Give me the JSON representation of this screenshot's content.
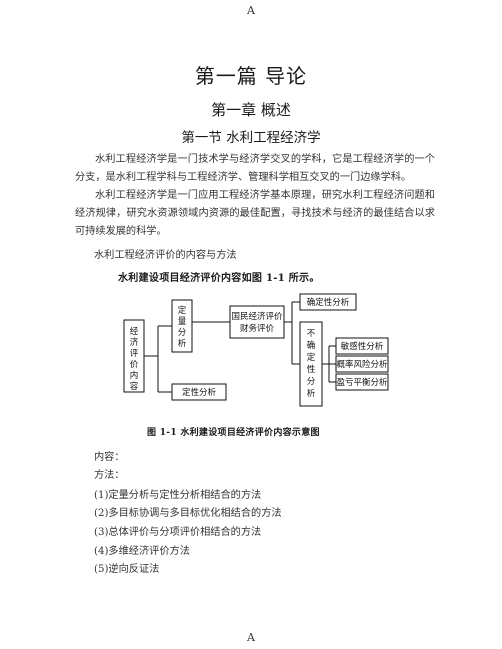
{
  "header_mark": "A",
  "footer_mark": "A",
  "titles": {
    "part": "第一篇  导论",
    "chapter": "第一章  概述",
    "section": "第一节  水利工程经济学"
  },
  "paragraphs": [
    "水利工程经济学是一门技术学与经济学交叉的学科，它是工程经济学的一个分支，是水利工程学科与工程经济学、管理科学相互交叉的一门边缘学科。",
    "水利工程经济学是一门应用工程经济学基本原理，研究水利工程经济问题和经济规律，研究水资源领域内资源的最佳配置，寻找技术与经济的最佳结合以求可持续发展的科学。"
  ],
  "subheading": "水利工程经济评价的内容与方法",
  "figure": {
    "intro": "水利建设项目经济评价内容如图 1-1 所示。",
    "caption": "图 1-1   水利建设项目经济评价内容示意图",
    "boxes": {
      "root": [
        "经",
        "济",
        "评",
        "价",
        "内",
        "容"
      ],
      "quantitative": [
        "定",
        "量",
        "分",
        "析"
      ],
      "qualitative": "定性分析",
      "national": [
        "国民经济评价",
        "财务评价"
      ],
      "certainty": "确定性分析",
      "uncertainty": [
        "不",
        "确",
        "定",
        "性",
        "分",
        "析"
      ],
      "sensitivity": "敏感性分析",
      "probability": "概率风险分析",
      "breakeven": "盈亏平衡分析"
    }
  },
  "content_label": "内容：",
  "method_label": "方法：",
  "methods": [
    "(1)定量分析与定性分析相结合的方法",
    "(2)多目标协调与多目标优化相结合的方法",
    "(3)总体评价与分项评价相结合的方法",
    "(4)多维经济评价方法",
    "(5)逆向反证法"
  ]
}
